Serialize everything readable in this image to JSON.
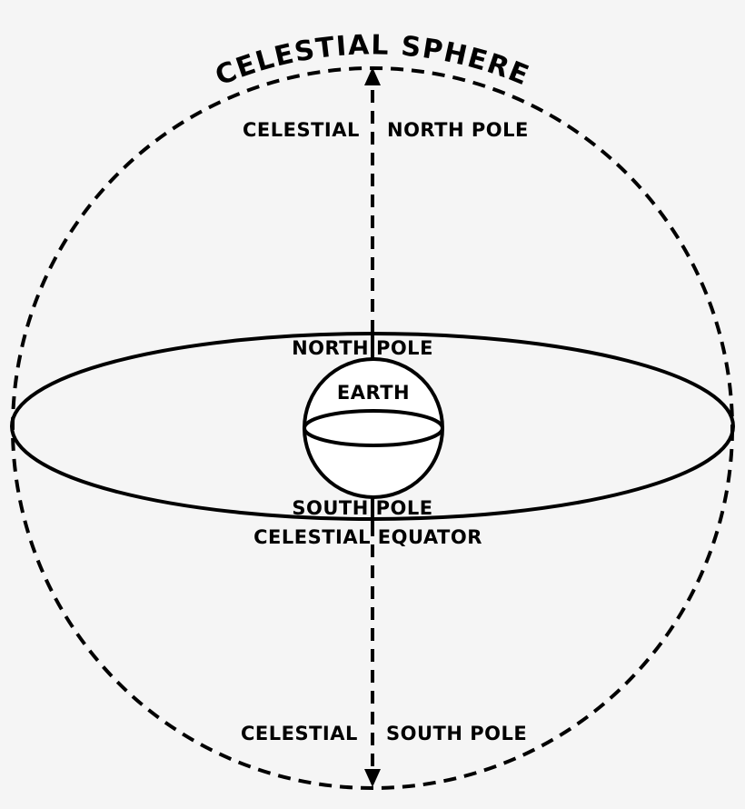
{
  "diagram": {
    "title": "CELESTIAL SPHERE",
    "labels": {
      "celestial_north_left": "CELESTIAL",
      "celestial_north_right": "NORTH POLE",
      "north_pole": "NORTH POLE",
      "earth": "EARTH",
      "south_pole": "SOUTH POLE",
      "celestial_equator": "CELESTIAL EQUATOR",
      "celestial_south_left": "CELESTIAL",
      "celestial_south_right": "SOUTH POLE"
    },
    "colors": {
      "background": "#f5f5f5",
      "ink": "#000000",
      "earth_fill": "#ffffff"
    }
  }
}
